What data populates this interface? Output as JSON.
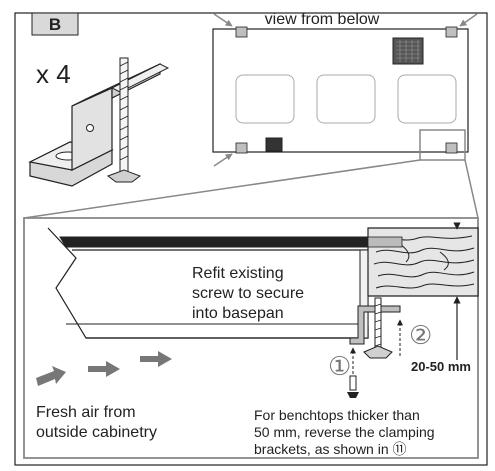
{
  "section_label": "B",
  "quantity_label": "x 4",
  "view_label": "view from below",
  "refit_note": [
    "Refit existing",
    "screw to secure",
    "into basepan"
  ],
  "step_markers": [
    "①",
    "②"
  ],
  "thickness_label": "20-50 mm",
  "airflow_note": [
    "Fresh air from",
    "outside cabinetry"
  ],
  "bench_note": [
    "For benchtops thicker than",
    "50 mm, reverse the clamping",
    "brackets, as shown in ⑪"
  ],
  "colors": {
    "label_bg": "#d9d9d9",
    "arrow_gray": "#777777",
    "bracket_gray": "#bfbfbf",
    "wood_fill": "#e6e6e6",
    "line": "#222222"
  }
}
